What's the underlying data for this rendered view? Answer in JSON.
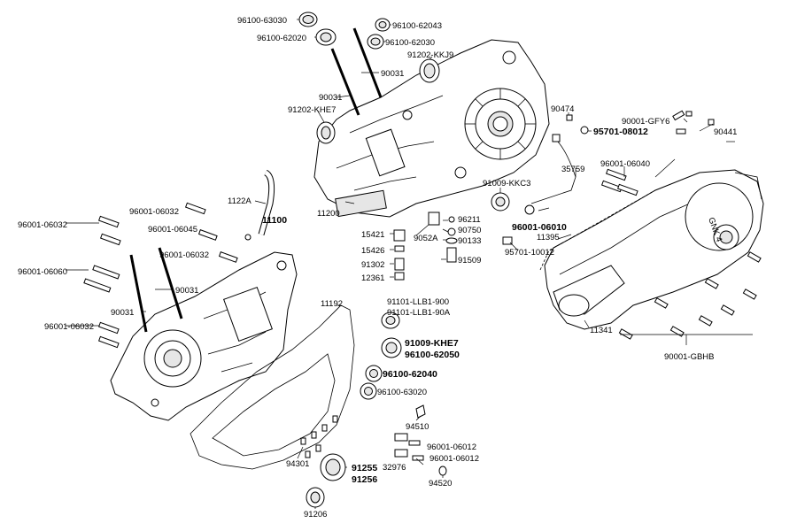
{
  "part_labels": [
    {
      "id": "p96100_63030",
      "text": "96100-63030"
    },
    {
      "id": "p96100_62020",
      "text": "96100-62020"
    },
    {
      "id": "p96100_62043",
      "text": "96100-62043"
    },
    {
      "id": "p96100_62030",
      "text": "96100-62030"
    },
    {
      "id": "p91202_KKJ9",
      "text": "91202-KKJ9"
    },
    {
      "id": "p90031_a",
      "text": "90031"
    },
    {
      "id": "p90031_b",
      "text": "90031"
    },
    {
      "id": "p91202_KHE7",
      "text": "91202-KHE7"
    },
    {
      "id": "p90474",
      "text": "90474"
    },
    {
      "id": "p90001_GFY6",
      "text": "90001-GFY6"
    },
    {
      "id": "p95701_08012",
      "text": "95701-08012"
    },
    {
      "id": "p90441",
      "text": "90441"
    },
    {
      "id": "p35759",
      "text": "35759"
    },
    {
      "id": "p96001_06040",
      "text": "96001-06040"
    },
    {
      "id": "p1122A",
      "text": "1122A"
    },
    {
      "id": "p11200",
      "text": "11200"
    },
    {
      "id": "p91009_KKC3",
      "text": "91009-KKC3"
    },
    {
      "id": "p96001_06032_a",
      "text": "96001-06032"
    },
    {
      "id": "p96001_06032_b",
      "text": "96001-06032"
    },
    {
      "id": "p96001_06045",
      "text": "96001-06045"
    },
    {
      "id": "p11100",
      "text": "11100"
    },
    {
      "id": "p96211",
      "text": "96211"
    },
    {
      "id": "p96001_06010",
      "text": "96001-06010"
    },
    {
      "id": "p90750",
      "text": "90750"
    },
    {
      "id": "p11395",
      "text": "11395"
    },
    {
      "id": "p15421",
      "text": "15421"
    },
    {
      "id": "p9052A",
      "text": "9052A"
    },
    {
      "id": "p90133",
      "text": "90133"
    },
    {
      "id": "p15426",
      "text": "15426"
    },
    {
      "id": "p95701_10012",
      "text": "95701-10012"
    },
    {
      "id": "p91509",
      "text": "91509"
    },
    {
      "id": "p96001_06032_c",
      "text": "96001-06032"
    },
    {
      "id": "p91302",
      "text": "91302"
    },
    {
      "id": "p12361",
      "text": "12361"
    },
    {
      "id": "p96001_06060",
      "text": "96001-06060"
    },
    {
      "id": "p90031_c",
      "text": "90031"
    },
    {
      "id": "p11192",
      "text": "11192"
    },
    {
      "id": "p91101_LLB1_900",
      "text": "91101-LLB1-900"
    },
    {
      "id": "p91101_LLB1_90A",
      "text": "91101-LLB1-90A"
    },
    {
      "id": "p90031_d",
      "text": "90031"
    },
    {
      "id": "p11341",
      "text": "11341"
    },
    {
      "id": "p96001_06032_d",
      "text": "96001-06032"
    },
    {
      "id": "p91009_KHE7",
      "text": "91009-KHE7"
    },
    {
      "id": "p96100_62050",
      "text": "96100-62050"
    },
    {
      "id": "p90001_GBHB",
      "text": "90001-GBHB"
    },
    {
      "id": "p96100_62040",
      "text": "96100-62040"
    },
    {
      "id": "p96100_63020",
      "text": "96100-63020"
    },
    {
      "id": "p94510",
      "text": "94510"
    },
    {
      "id": "p96001_06012_a",
      "text": "96001-06012"
    },
    {
      "id": "p96001_06012_b",
      "text": "96001-06012"
    },
    {
      "id": "p94301",
      "text": "94301"
    },
    {
      "id": "p91255",
      "text": "91255"
    },
    {
      "id": "p91256",
      "text": "91256"
    },
    {
      "id": "p32976",
      "text": "32976"
    },
    {
      "id": "p94520",
      "text": "94520"
    },
    {
      "id": "p91206",
      "text": "91206"
    }
  ],
  "cover_marking": "GNK 4"
}
